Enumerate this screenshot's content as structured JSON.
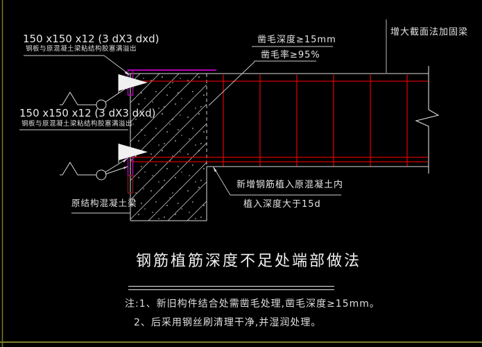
{
  "drawing": {
    "plate_spec": {
      "size": "150 x150 x12 (3 dX3 dxd)",
      "bond_note": "钢板与原混凝土梁粘结构胶塞满溢出"
    },
    "chisel": {
      "depth": "凿毛深度≥15mm",
      "rate": "凿毛率≥95%"
    },
    "strengthen_beam_label": "增大截面法加固梁",
    "original_beam_label": "原结构混凝土梁",
    "embed": {
      "line1": "新增钢筋植入原混凝土内",
      "line2": "植入深度大于15d"
    }
  },
  "title": "钢筋植筋深度不足处端部做法",
  "notes": [
    "注:1、新旧构件结合处需凿毛处理,凿毛深度≥15mm。",
    "2、后采用钢丝刷清理干净,并湿润处理。"
  ],
  "colors": {
    "background": "#000000",
    "line_white": "#dcdcdc",
    "rebar_red": "#d40000",
    "plate_magenta": "#b400b4",
    "plate_dark_red": "#7a1818",
    "viewport_olive": "#7e7e28",
    "text": "#e2e2e2"
  }
}
